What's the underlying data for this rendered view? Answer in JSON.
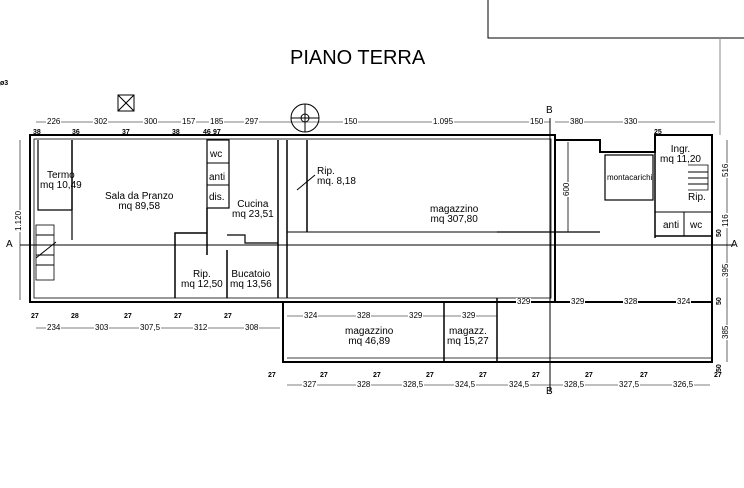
{
  "title": "PIANO TERRA",
  "rooms": [
    {
      "name": "Termo",
      "area": "mq 10,49"
    },
    {
      "name": "Sala da Pranzo",
      "area": "mq 89,58"
    },
    {
      "name": "wc"
    },
    {
      "name": "anti"
    },
    {
      "name": "dis."
    },
    {
      "name": "Cucina",
      "area": "mq 23,51"
    },
    {
      "name": "Rip.",
      "area": "mq. 8,18"
    },
    {
      "name": "magazzino",
      "area": "mq 307,80"
    },
    {
      "name": "montacarichi"
    },
    {
      "name": "Ingr.",
      "area": "mq 11,20"
    },
    {
      "name": "Rip."
    },
    {
      "name": "anti"
    },
    {
      "name": "wc"
    },
    {
      "name": "Rip.",
      "area": "mq 12,50"
    },
    {
      "name": "Bucatoio",
      "area": "mq 13,56"
    },
    {
      "name": "magazzino",
      "area": "mq 46,89"
    },
    {
      "name": "magazz.",
      "area": "mq 15,27"
    }
  ],
  "dims_top": [
    "226",
    "302",
    "300",
    "157",
    "185",
    "297",
    "150",
    "1.095",
    "150",
    "380",
    "330"
  ],
  "cols_top": [
    "38",
    "36",
    "37",
    "38",
    "46",
    "97",
    "25"
  ],
  "dims_bottom_left": [
    "234",
    "303",
    "307,5",
    "312",
    "308"
  ],
  "cols_bottom_left": [
    "27",
    "28",
    "27",
    "27",
    "27"
  ],
  "dims_mid": [
    "324",
    "328",
    "329",
    "329",
    "329",
    "329",
    "328",
    "324"
  ],
  "dims_lower": [
    "327",
    "328",
    "328,5",
    "324,5",
    "324,5",
    "328,5",
    "327,5",
    "326,5"
  ],
  "cols_lower": [
    "27",
    "27",
    "27",
    "27",
    "27",
    "27",
    "27",
    "27",
    "27"
  ],
  "dims_right": [
    "516",
    "116",
    "395",
    "385",
    "50",
    "50",
    "50"
  ],
  "dims_left": [
    "1.120"
  ],
  "dims_inner": [
    "600"
  ],
  "section_marks": [
    "A",
    "A",
    "B",
    "B"
  ],
  "corner_label": "ø3"
}
